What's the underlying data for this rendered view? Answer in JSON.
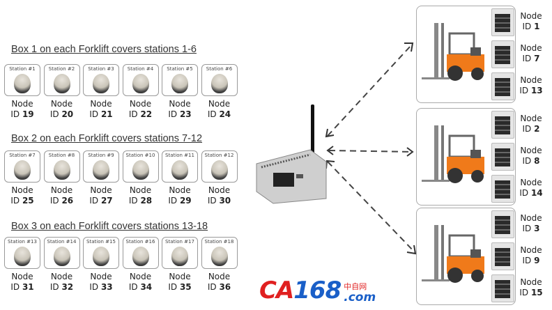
{
  "boxes": [
    {
      "title": "Box 1 on each Forklift covers stations 1-6",
      "stations": [
        "Station #1",
        "Station #2",
        "Station #3",
        "Station #4",
        "Station #5",
        "Station #6"
      ],
      "ids": [
        "19",
        "20",
        "21",
        "22",
        "23",
        "24"
      ]
    },
    {
      "title": "Box 2 on each Forklift covers stations 7-12",
      "stations": [
        "Station #7",
        "Station #8",
        "Station #9",
        "Station #10",
        "Station #11",
        "Station #12"
      ],
      "ids": [
        "25",
        "26",
        "27",
        "28",
        "29",
        "30"
      ]
    },
    {
      "title": "Box 3  on each Forklift covers stations 13-18",
      "stations": [
        "Station #13",
        "Station #14",
        "Station #15",
        "Station #16",
        "Station #17",
        "Station #18"
      ],
      "ids": [
        "31",
        "32",
        "33",
        "34",
        "35",
        "36"
      ]
    }
  ],
  "node_label": "Node",
  "id_prefix": "ID ",
  "forklifts": [
    {
      "ids": [
        "1",
        "7",
        "13"
      ]
    },
    {
      "ids": [
        "2",
        "8",
        "14"
      ]
    },
    {
      "ids": [
        "3",
        "9",
        "15"
      ]
    }
  ],
  "watermark": {
    "brand_a": "CA",
    "brand_b": "168",
    "cn": "中自网",
    "com": ".com"
  },
  "colors": {
    "forklift": "#f07a1a",
    "wm_red": "#e02020",
    "wm_blue": "#1a5fc8"
  }
}
